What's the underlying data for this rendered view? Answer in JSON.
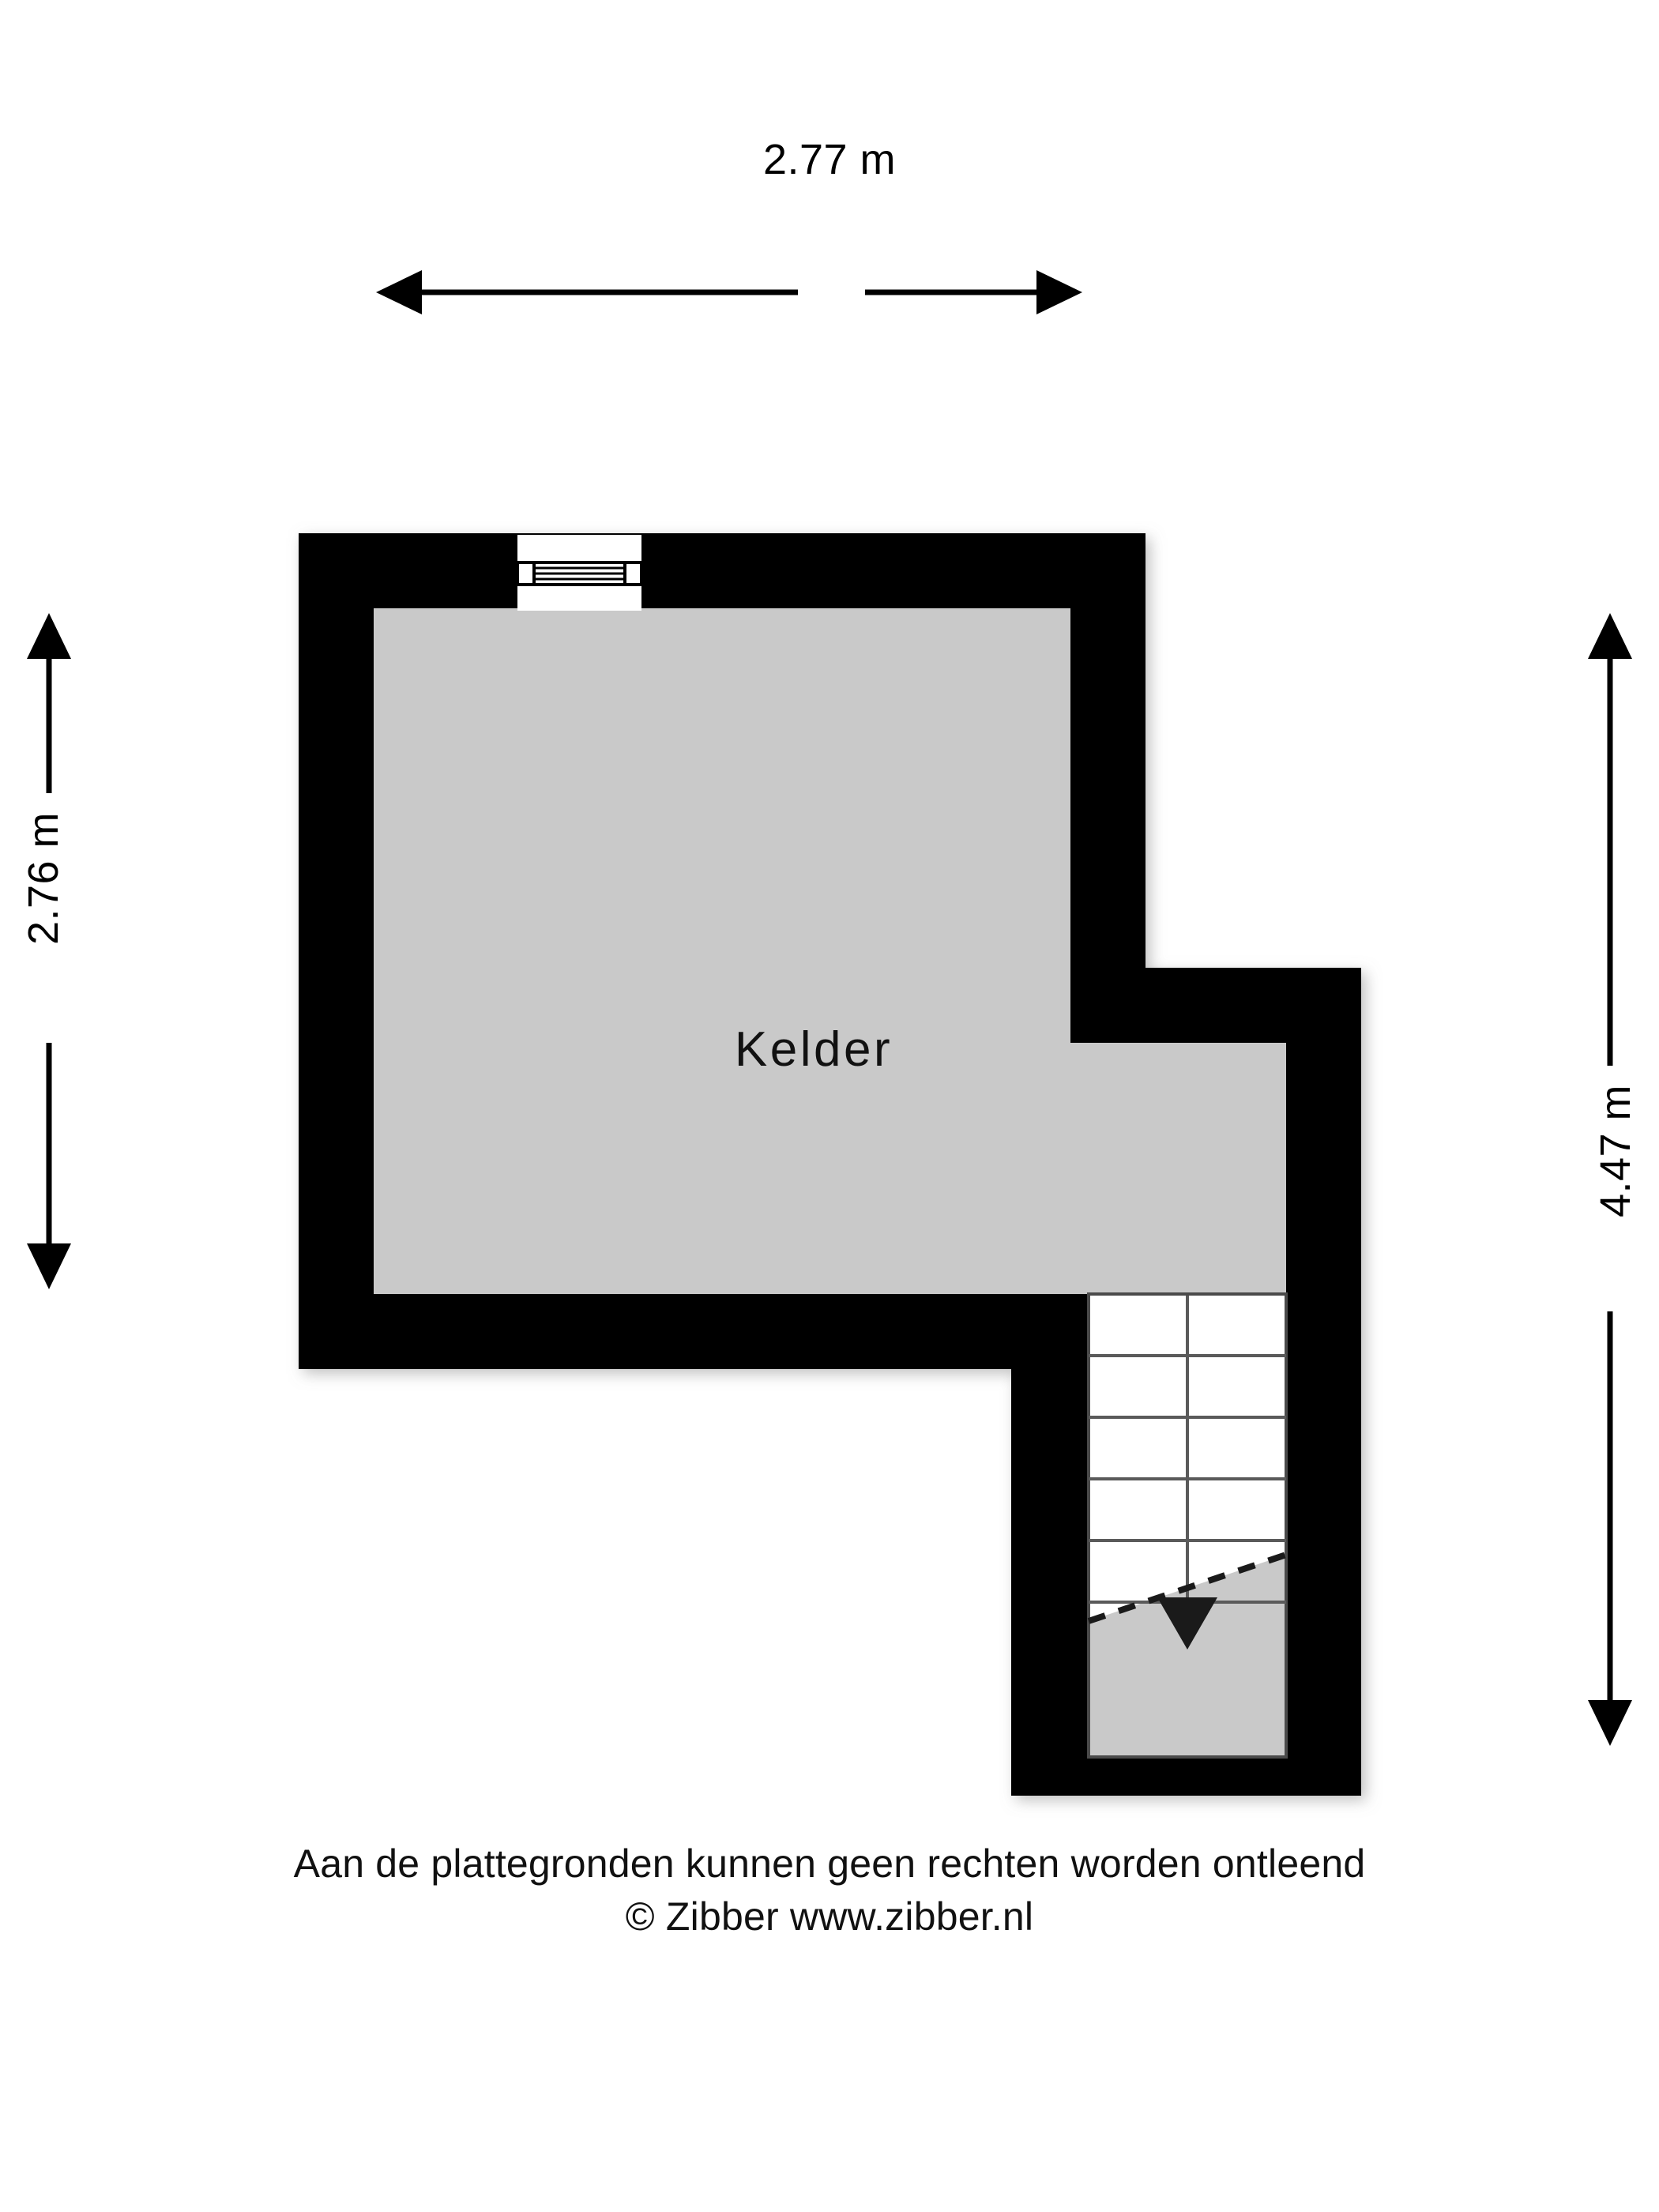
{
  "document": {
    "type": "floor-plan",
    "room_name": "Kelder",
    "background_color": "#ffffff",
    "wall_color": "#000000",
    "floor_color": "#c9c9c9",
    "line_color": "#000000"
  },
  "dimensions": {
    "top": {
      "label": "2.77 m",
      "orientation": "horizontal",
      "arrow_style": "double-headed"
    },
    "left": {
      "label": "2.76 m",
      "orientation": "vertical",
      "arrow_style": "double-headed"
    },
    "right": {
      "label": "4.47 m",
      "orientation": "vertical",
      "arrow_style": "double-headed"
    }
  },
  "features": {
    "window": {
      "name": "window-symbol",
      "wall": "top",
      "pane_lines": 3
    },
    "staircase": {
      "name": "staircase-symbol",
      "tread_count": 6,
      "direction": "down",
      "direction_arrow": "down-triangle",
      "cut_line_style": "dashed"
    }
  },
  "footer": {
    "line1": "Aan de plattegronden kunnen geen rechten worden ontleend",
    "line2": "© Zibber www.zibber.nl"
  }
}
